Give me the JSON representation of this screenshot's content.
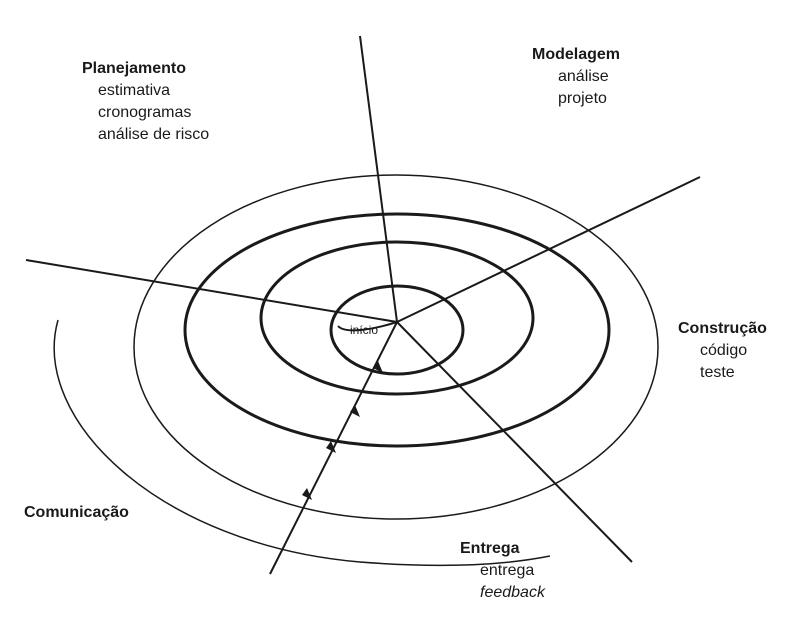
{
  "phases": {
    "planejamento": {
      "title": "Planejamento",
      "items": [
        "estimativa",
        "cronogramas",
        "análise de risco"
      ]
    },
    "modelagem": {
      "title": "Modelagem",
      "items": [
        "análise",
        "projeto"
      ]
    },
    "construcao": {
      "title": "Construção",
      "items": [
        "código",
        "teste"
      ]
    },
    "comunicacao": {
      "title": "Comunicação"
    },
    "entrega": {
      "title": "Entrega",
      "items": [
        "entrega",
        "feedback"
      ]
    }
  },
  "center_label": "início",
  "colors": {
    "line": "#1a1a1a",
    "text": "#1a1a1a",
    "background": "#ffffff"
  }
}
